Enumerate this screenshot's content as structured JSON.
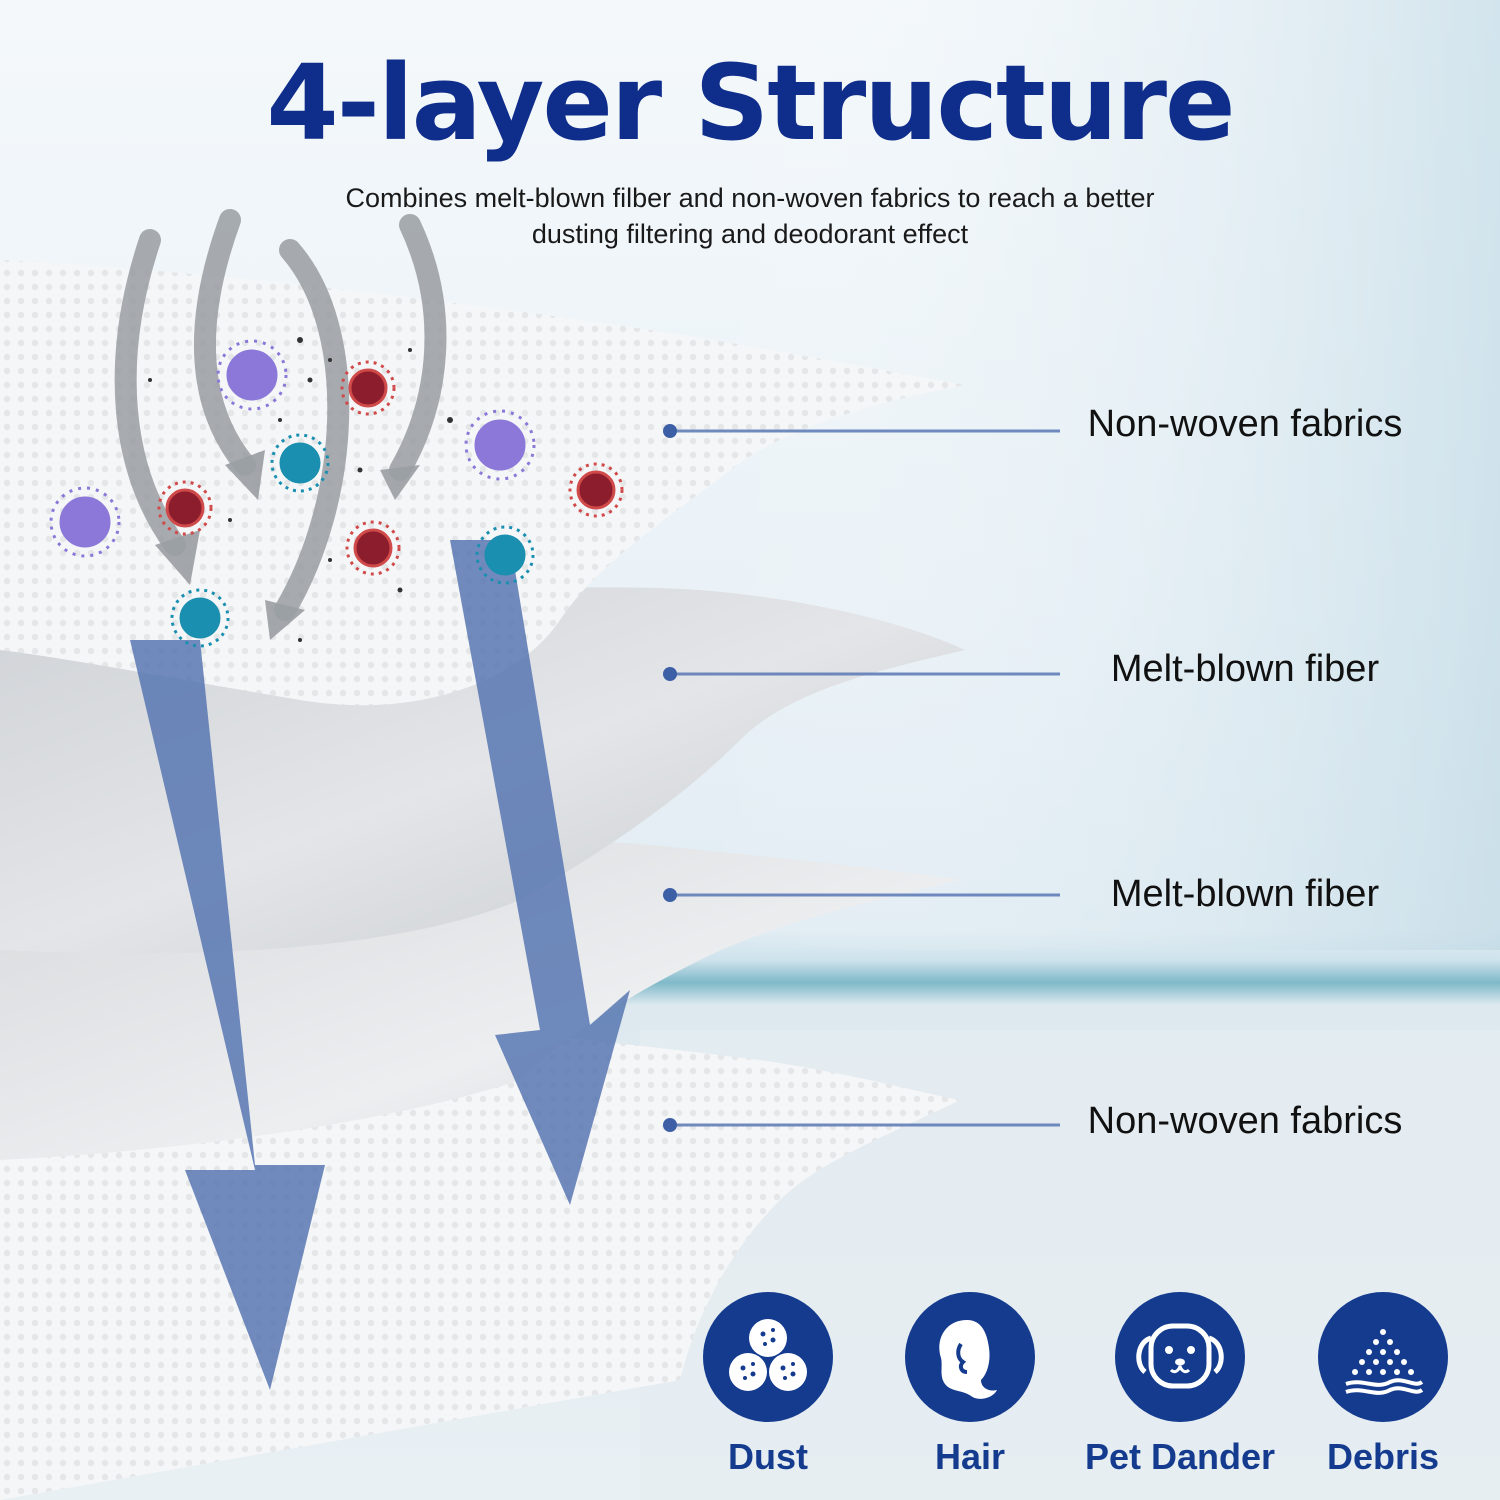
{
  "title": "4-layer Structure",
  "subtitle_lines": [
    "Combines melt-blown filber and non-woven fabrics to reach a better",
    "dusting filtering and deodorant effect"
  ],
  "layers": [
    {
      "label": "Non-woven fabrics"
    },
    {
      "label": "Melt-blown fiber"
    },
    {
      "label": "Melt-blown fiber"
    },
    {
      "label": "Non-woven fabrics"
    }
  ],
  "filters": [
    {
      "label": "Dust",
      "icon": "dust-icon"
    },
    {
      "label": "Hair",
      "icon": "hair-icon"
    },
    {
      "label": "Pet Dander",
      "icon": "pet-dander-icon"
    },
    {
      "label": "Debris",
      "icon": "debris-icon"
    }
  ],
  "colors": {
    "title": "#0f2d8a",
    "icon_circle": "#143b8e",
    "flow_arrow": "#4f6fae",
    "leader_line": "#5877b4",
    "virus_purple": "#8b78d8",
    "virus_red": "#8b1d2c",
    "virus_blue": "#1a8fb0"
  }
}
